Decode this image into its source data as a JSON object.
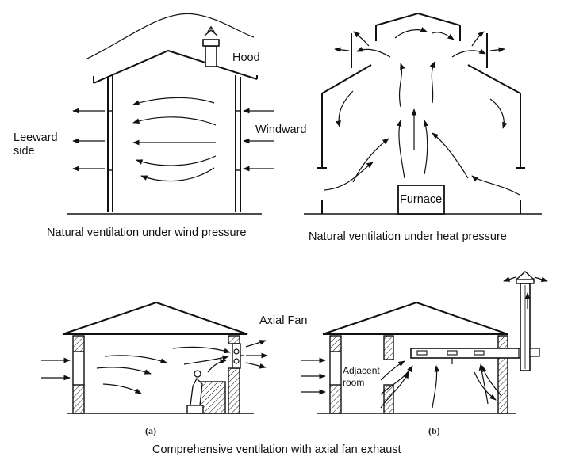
{
  "panels": {
    "wind": {
      "caption": "Natural ventilation under wind pressure",
      "label_hood": "Hood",
      "label_windward": "Windward",
      "label_leeward_1": "Leeward",
      "label_leeward_2": "side"
    },
    "heat": {
      "caption": "Natural ventilation under heat pressure",
      "label_furnace": "Furnace"
    },
    "fan": {
      "caption": "Comprehensive ventilation with axial fan exhaust",
      "label_axial_fan": "Axial Fan",
      "label_adjacent_1": "Adjacent",
      "label_adjacent_2": "room",
      "sub_a": "(a)",
      "sub_b": "(b)"
    }
  }
}
